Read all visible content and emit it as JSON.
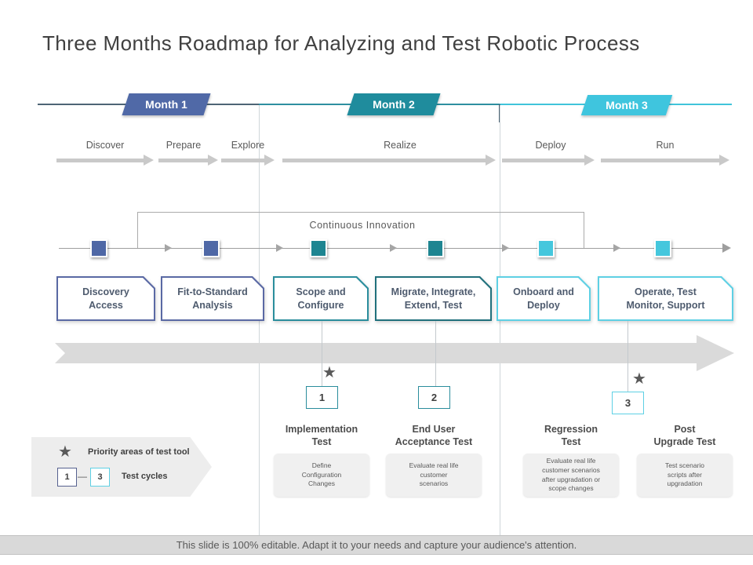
{
  "title": "Three Months Roadmap for Analyzing and Test Robotic Process",
  "months": [
    {
      "label": "Month 1",
      "color": "#5069a7"
    },
    {
      "label": "Month 2",
      "color": "#1f8c9d"
    },
    {
      "label": "Month 3",
      "color": "#3fc5de"
    }
  ],
  "phases": [
    {
      "label": "Discover"
    },
    {
      "label": "Prepare"
    },
    {
      "label": "Explore"
    },
    {
      "label": "Realize"
    },
    {
      "label": "Deploy"
    },
    {
      "label": "Run"
    }
  ],
  "innovation": {
    "label": "Continuous Innovation"
  },
  "process_boxes": [
    {
      "label": "Discovery\nAccess",
      "border_color": "#5a69a4"
    },
    {
      "label": "Fit-to-Standard\nAnalysis",
      "border_color": "#5a69a4"
    },
    {
      "label": "Scope and\nConfigure",
      "border_color": "#2a8d9c"
    },
    {
      "label": "Migrate, Integrate,\nExtend, Test",
      "border_color": "#20707c"
    },
    {
      "label": "Onboard and\nDeploy",
      "border_color": "#5ed0e4"
    },
    {
      "label": "Operate, Test\nMonitor, Support",
      "border_color": "#5ed0e4"
    }
  ],
  "cycles": [
    {
      "number": "1",
      "starred": true
    },
    {
      "number": "2",
      "starred": false
    },
    {
      "number": "3",
      "starred": true
    }
  ],
  "tests": [
    {
      "title": "Implementation\nTest",
      "description": "Define\nConfiguration\nChanges"
    },
    {
      "title": "End User\nAcceptance Test",
      "description": "Evaluate real life\ncustomer\nscenarios"
    },
    {
      "title": "Regression\nTest",
      "description": "Evaluate real life\ncustomer scenarios\nafter upgradation or\nscope changes"
    },
    {
      "title": "Post\nUpgrade Test",
      "description": "Test scenario\nscripts after\nupgradation"
    }
  ],
  "legend": {
    "star_label": "Priority areas of test tool",
    "cycle_start": "1",
    "dash": "—",
    "cycle_end": "3",
    "cycles_label": "Test cycles"
  },
  "icons": {
    "star_glyph": "★"
  },
  "footer": {
    "note": "This slide is 100% editable. Adapt it to your needs and capture your audience's attention."
  },
  "colors": {
    "month1": "#5069a7",
    "month2": "#1f8c9d",
    "month3": "#3fc5de",
    "dark_teal": "#20707c",
    "slate_line": "#4e6575",
    "gray_arrow": "#c9c9c9",
    "big_arrow": "#dadada",
    "footer_bar": "#d9d9d9",
    "text_gray": "#595959"
  }
}
